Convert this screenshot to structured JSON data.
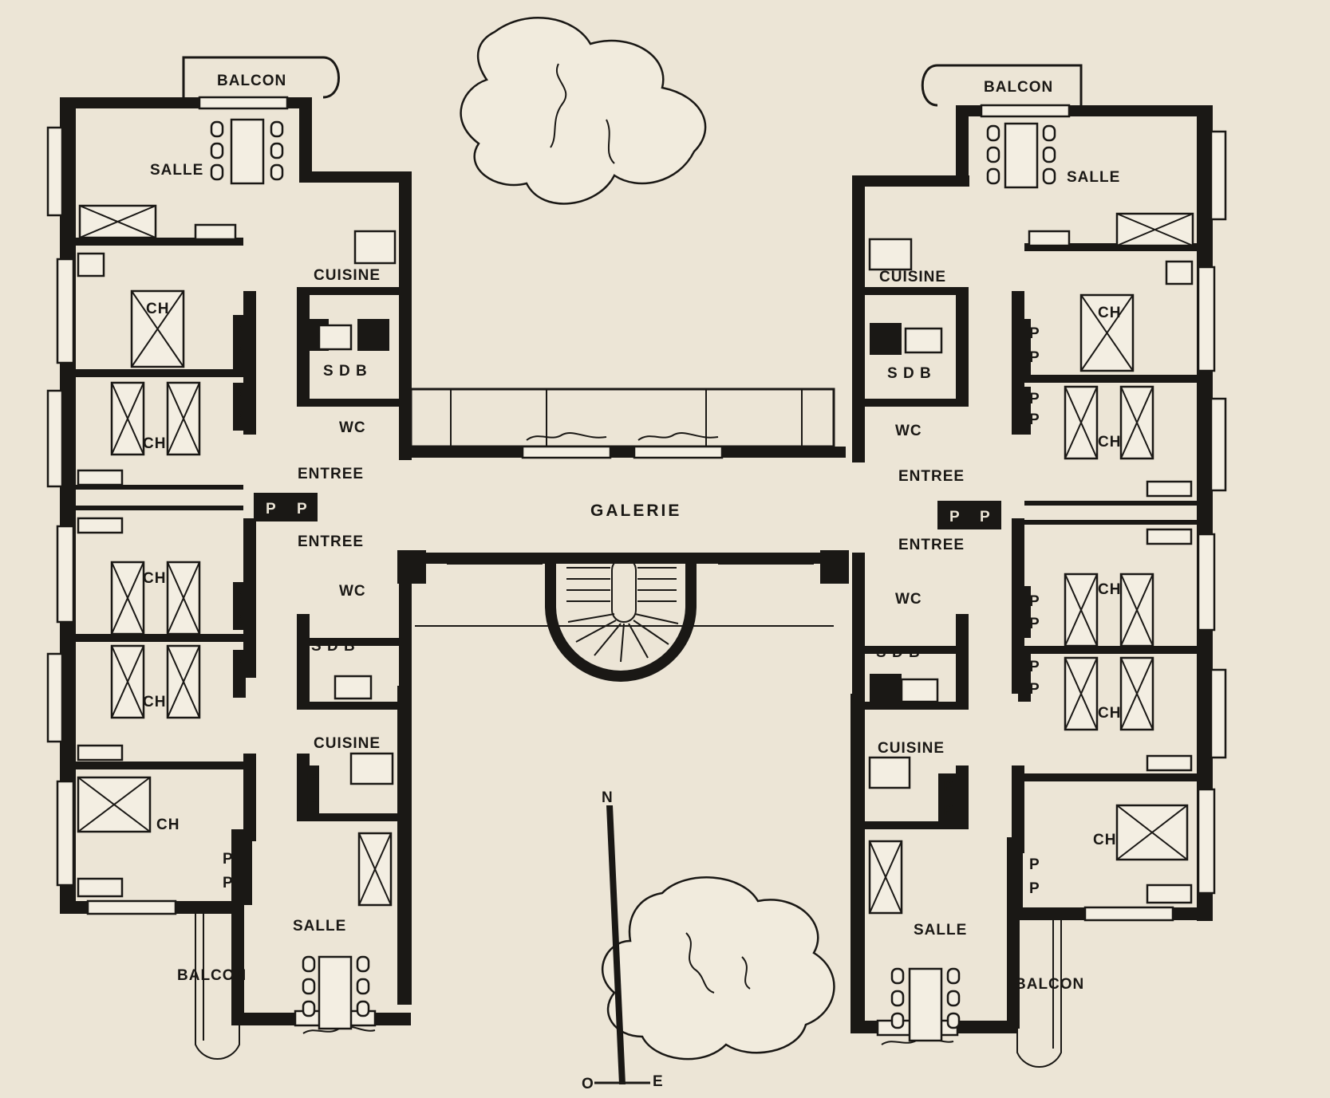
{
  "labels": {
    "balcon": "BALCON",
    "salle": "SALLE",
    "cuisine": "CUISINE",
    "ch": "CH",
    "sdb": "S D B",
    "wc": "WC",
    "entree": "ENTREE",
    "galerie": "GALERIE",
    "placard": "P"
  },
  "compass": {
    "north": "N",
    "west": "O",
    "east": "E"
  },
  "colors": {
    "paper": "#ece5d6",
    "ink": "#1a1815"
  }
}
